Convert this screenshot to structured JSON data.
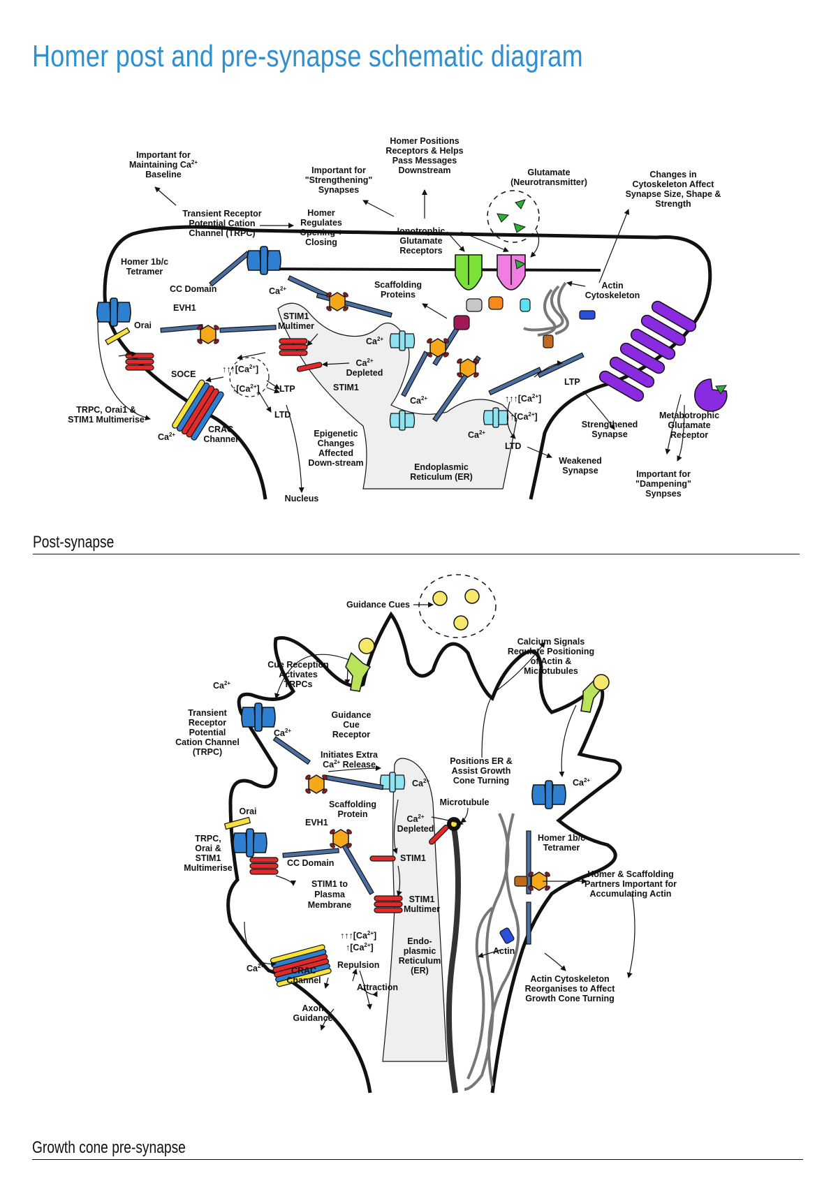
{
  "title": "Homer post and pre-synapse schematic diagram",
  "colors": {
    "title": "#2f8fcf",
    "channel_blue": "#2f7fd0",
    "orai_yellow": "#f5e23a",
    "stim_red": "#e22a2a",
    "homer_orange": "#f6a81a",
    "glutamate_green": "#2fae3a",
    "receptor_green": "#7be23a",
    "receptor_pink": "#f07ee0",
    "mglur_purple": "#8a2be2",
    "er_grey": "#efefef",
    "cue_yellow": "#f6e86a",
    "cue_receptor_green": "#b9e35a"
  },
  "post": {
    "section_label": "Post-synapse",
    "important_baseline": [
      "Important for",
      "Maintaining Ca",
      "Baseline"
    ],
    "trpc": [
      "Transient Receptor",
      "Potential Cation",
      "Channel (TRPC)"
    ],
    "homer_regulates": [
      "Homer",
      "Regulates",
      "Opening +",
      "Closing"
    ],
    "important_strengthening": [
      "Important for",
      "\"Strengthening\"",
      "Synapses"
    ],
    "homer_positions": [
      "Homer Positions",
      "Receptors & Helps",
      "Pass Messages",
      "Downstream"
    ],
    "glutamate": [
      "Glutamate",
      "(Neurotransmitter)"
    ],
    "cytoskeleton_changes": [
      "Changes in",
      "Cytoskeleton Affect",
      "Synapse Size, Shape &",
      "Strength"
    ],
    "ionotropic": [
      "Ionotrophic",
      "Glutamate",
      "Receptors"
    ],
    "homer_tetramer": [
      "Homer 1b/c",
      "Tetramer"
    ],
    "cc_domain": "CC Domain",
    "evh1": "EVH1",
    "orai": "Orai",
    "ca": "Ca",
    "ca_sup": "2+",
    "scaffolding": [
      "Scaffolding",
      "Proteins"
    ],
    "actin": [
      "Actin",
      "Cytoskeleton"
    ],
    "stim1_multimer": [
      "STIM1",
      "Multimer"
    ],
    "ca_depleted": [
      "Ca",
      "Depleted"
    ],
    "stim1": "STIM1",
    "soce": "SOCE",
    "ca_high": "↑↑↑[Ca",
    "ca_low": "↑[Ca",
    "ca_close": "]",
    "ltp": "LTP",
    "ltd": "LTD",
    "trpc_multimerise": [
      "TRPC, Orai1 &",
      "STIM1 Multimerise"
    ],
    "crac": [
      "CRAC",
      "Channel"
    ],
    "epigenetic": [
      "Epigenetic",
      "Changes",
      "Affected",
      "Down-stream"
    ],
    "nucleus": "Nucleus",
    "er": [
      "Endoplasmic",
      "Reticulum (ER)"
    ],
    "strengthened": [
      "Strengthened",
      "Synapse"
    ],
    "weakened": [
      "Weakened",
      "Synapse"
    ],
    "mglur": [
      "Metabotrophic",
      "Glutamate",
      "Receptor"
    ],
    "dampening": [
      "Important for",
      "\"Dampening\"",
      "Synpses"
    ]
  },
  "pre": {
    "section_label": "Growth cone pre-synapse",
    "guidance_cues": "Guidance Cues",
    "cue_reception": [
      "Cue Reception",
      "Activates",
      "TRPCs"
    ],
    "calcium_signals": [
      "Calcium Signals",
      "Regulate Positioning",
      "of Actin &",
      "Microtubules"
    ],
    "trpc": [
      "Transient",
      "Receptor",
      "Potential",
      "Cation Channel",
      "(TRPC)"
    ],
    "guidance_receptor": [
      "Guidance",
      "Cue",
      "Receptor"
    ],
    "initiates": [
      "Initiates Extra",
      "Ca",
      " Release"
    ],
    "positions_er": [
      "Positions ER &",
      "Assist Growth",
      "Cone Turning"
    ],
    "microtubule": "Microtubule",
    "orai": "Orai",
    "evh1": "EVH1",
    "scaffolding": [
      "Scaffolding",
      "Protein"
    ],
    "ca_depleted": [
      "Ca",
      "Depleted"
    ],
    "trpc_multimerise": [
      "TRPC,",
      "Orai &",
      "STIM1",
      "Multimerise"
    ],
    "cc_domain": "CC Domain",
    "homer_tetramer": [
      "Homer 1b/c",
      "Tetramer"
    ],
    "stim1": "STIM1",
    "stim1_pm": [
      "STIM1 to",
      "Plasma",
      "Membrane"
    ],
    "homer_scaffolding": [
      "Homer & Scaffolding",
      "Partners Important for",
      "Accumulating Actin"
    ],
    "stim1_multimer": [
      "STIM1",
      "Multimer"
    ],
    "er": [
      "Endo-",
      "plasmic",
      "Reticulum",
      "(ER)"
    ],
    "ca_high": "↑↑↑[Ca",
    "ca_low": "↑[Ca",
    "ca_close": "]",
    "repulsion": "Repulsion",
    "attraction": "Attraction",
    "crac": [
      "CRAC",
      "Channel"
    ],
    "axon": [
      "Axon",
      "Guidance"
    ],
    "actin": "Actin",
    "actin_reorganises": [
      "Actin Cytoskeleton",
      "Reorganises to Affect",
      "Growth Cone Turning"
    ]
  }
}
